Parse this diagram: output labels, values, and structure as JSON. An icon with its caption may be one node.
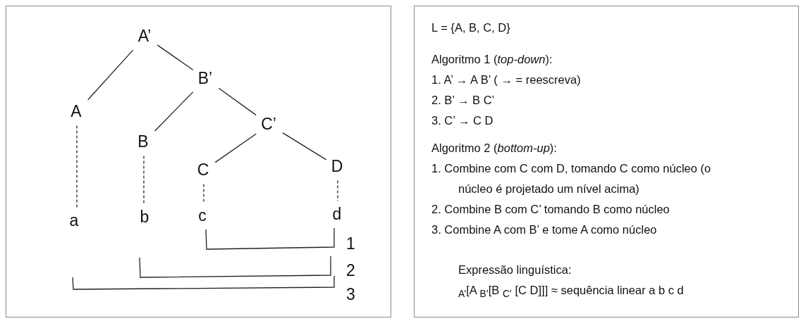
{
  "diagram": {
    "nodes": [
      {
        "text": [],
        "shape": "box"
      },
      {
        "text": [
          "A’"
        ],
        "in": 0
      },
      {
        "text": [
          "B’"
        ],
        "in": 0
      },
      {
        "text": [
          "A"
        ],
        "in": 0
      },
      {
        "text": [
          "C’"
        ],
        "in": 0
      },
      {
        "text": [
          "B"
        ],
        "in": 0
      },
      {
        "text": [
          "C"
        ],
        "in": 0
      },
      {
        "text": [
          "D"
        ],
        "in": 0
      },
      {
        "text": [
          "a"
        ],
        "in": 0
      },
      {
        "text": [
          "b"
        ],
        "in": 0
      },
      {
        "text": [
          "c"
        ],
        "in": 0
      },
      {
        "text": [
          "d"
        ],
        "in": 0
      },
      {
        "text": [
          "L = {A, B, C, D}",
          "Algoritmo 1 (*top-down*):",
          "1. A’ → A B’ ( → = reescreva)",
          "2. B’ → B C’",
          "3. C’ → C D",
          "Algoritmo 2 (*bottom-up*):",
          "1. Combine com C com D, tomando C como núcleo (o núcleo é projetado um nível acima)",
          "2. Combine B com C’ tomando B como núcleo",
          "3. Combine A com B’ e tome A como núcleo",
          "Expressão linguística:",
          "$_{A’}$[A $_{B’}$[B $_{C’}$ [C D]]] ≈ sequência linear a b c d"
        ]
      }
    ],
    "edges": [
      {
        "from": 1,
        "to": 3,
        "arrow": "none"
      },
      {
        "from": 1,
        "to": 2,
        "arrow": "none"
      },
      {
        "from": 2,
        "to": 5,
        "arrow": "none"
      },
      {
        "from": 2,
        "to": 4,
        "arrow": "none"
      },
      {
        "from": 4,
        "to": 6,
        "arrow": "none"
      },
      {
        "from": 4,
        "to": 7,
        "arrow": "none"
      },
      {
        "from": 3,
        "to": 8,
        "arrow": "none",
        "style": "dashed"
      },
      {
        "from": 5,
        "to": 9,
        "arrow": "none",
        "style": "dashed"
      },
      {
        "from": 6,
        "to": 10,
        "arrow": "none",
        "style": "dashed"
      },
      {
        "from": 7,
        "to": 11,
        "arrow": "none",
        "style": "dashed"
      }
    ],
    "labels": [
      "1",
      "2",
      "3"
    ]
  }
}
